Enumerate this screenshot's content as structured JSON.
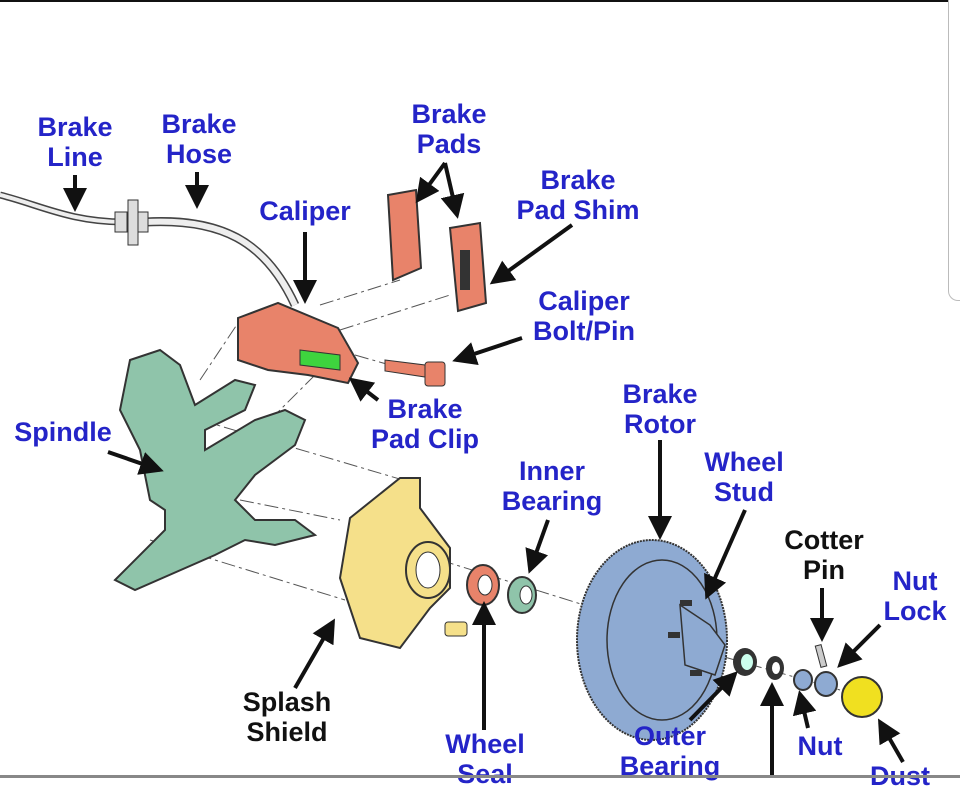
{
  "labels": {
    "brake_line": [
      "Brake",
      "Line"
    ],
    "brake_hose": [
      "Brake",
      "Hose"
    ],
    "caliper": [
      "Caliper"
    ],
    "brake_pads": [
      "Brake",
      "Pads"
    ],
    "brake_pad_shim": [
      "Brake",
      "Pad Shim"
    ],
    "caliper_bolt_pin": [
      "Caliper",
      "Bolt/Pin"
    ],
    "brake_pad_clip": [
      "Brake",
      "Pad Clip"
    ],
    "spindle": [
      "Spindle"
    ],
    "inner_bearing": [
      "Inner",
      "Bearing"
    ],
    "brake_rotor": [
      "Brake",
      "Rotor"
    ],
    "wheel_stud": [
      "Wheel",
      "Stud"
    ],
    "cotter_pin": [
      "Cotter",
      "Pin"
    ],
    "nut_lock": [
      "Nut",
      "Lock"
    ],
    "splash_shield": [
      "Splash",
      "Shield"
    ],
    "wheel_seal": [
      "Wheel",
      "Seal"
    ],
    "outer_bearing": [
      "Outer",
      "Bearing"
    ],
    "nut": [
      "Nut"
    ],
    "dust": [
      "Dust"
    ]
  },
  "colors": {
    "label_blue": "#2424c8",
    "caliper": "#e8836a",
    "spindle": "#8fc4aa",
    "splash_shield": "#f5e08a",
    "rotor": "#8eaad2",
    "clip": "#3ed43e",
    "dust_cap": "#f0e020"
  }
}
